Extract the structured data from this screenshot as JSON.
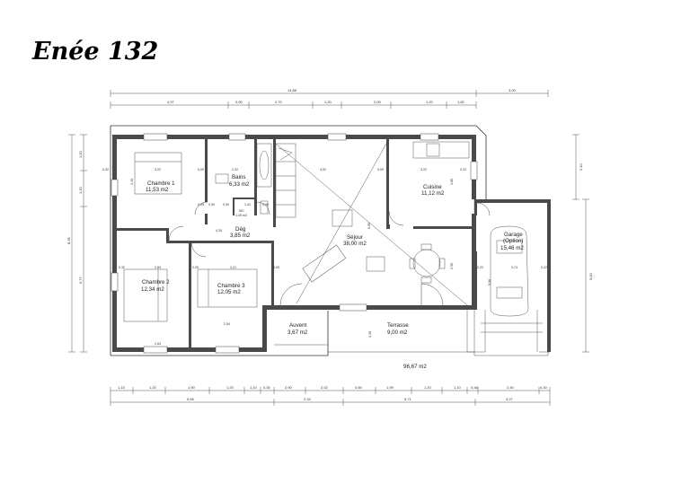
{
  "title": "Enée  132",
  "rooms": {
    "chambre1": {
      "name": "Chambre 1",
      "area": "11,53 m2"
    },
    "bains": {
      "name": "Bains",
      "area": "6,33 m2"
    },
    "wc": {
      "name": "WC",
      "area": "1,49 m2"
    },
    "deg": {
      "name": "Dég",
      "area": "3,85 m2"
    },
    "sejour": {
      "name": "Séjour",
      "area": "38,00 m2"
    },
    "cuisine": {
      "name": "Cuisine",
      "area": "11,12 m2"
    },
    "garage": {
      "name": "Garage",
      "option": "(Option)",
      "area": "15,46 m2"
    },
    "chambre2": {
      "name": "Chambre 2",
      "area": "12,34 m2"
    },
    "chambre3": {
      "name": "Chambre 3",
      "area": "12,05 m2"
    },
    "auvent": {
      "name": "Auvent",
      "area": "3,67 m2"
    },
    "terrasse": {
      "name": "Terrasse",
      "area": "9,00 m2"
    }
  },
  "total_area": "96,67 m2",
  "dimensions": {
    "top_overall": "14,88",
    "top_garage": "3,00",
    "top_chain": [
      "4,97",
      "0,90",
      "2,70",
      "1,20",
      "2,09",
      "1,20",
      "1,82"
    ],
    "bottom_chain": [
      "1,15",
      "1,20",
      "1,90",
      "1,20",
      "1,10",
      "0,30",
      "2,90",
      "2,02",
      "0,60",
      "1,99",
      "1,20",
      "1,10",
      "0,46",
      "2,40",
      "0,30"
    ],
    "bottom_mid": [
      "5,56",
      "2,34",
      "5,71",
      "3,27"
    ],
    "left_overall": "8,35",
    "left_chain": [
      "1,50",
      "1,20",
      "5,77"
    ],
    "right_overall": "2,10",
    "right_garage": "6,00",
    "interior": [
      "0,32",
      "3,22",
      "0,05",
      "2,02",
      "4,92",
      "0,05",
      "3,22",
      "0,22",
      "3,49",
      "0,05",
      "0,90",
      "0,90",
      "1,41",
      "0,96",
      "4,28",
      "6,95",
      "3,85",
      "2,84",
      "3,21",
      "0,32",
      "0,05",
      "2,84",
      "2,54",
      "2,95",
      "0,22",
      "3,74",
      "0,22",
      "5,56",
      "3,05",
      "3,39"
    ]
  }
}
